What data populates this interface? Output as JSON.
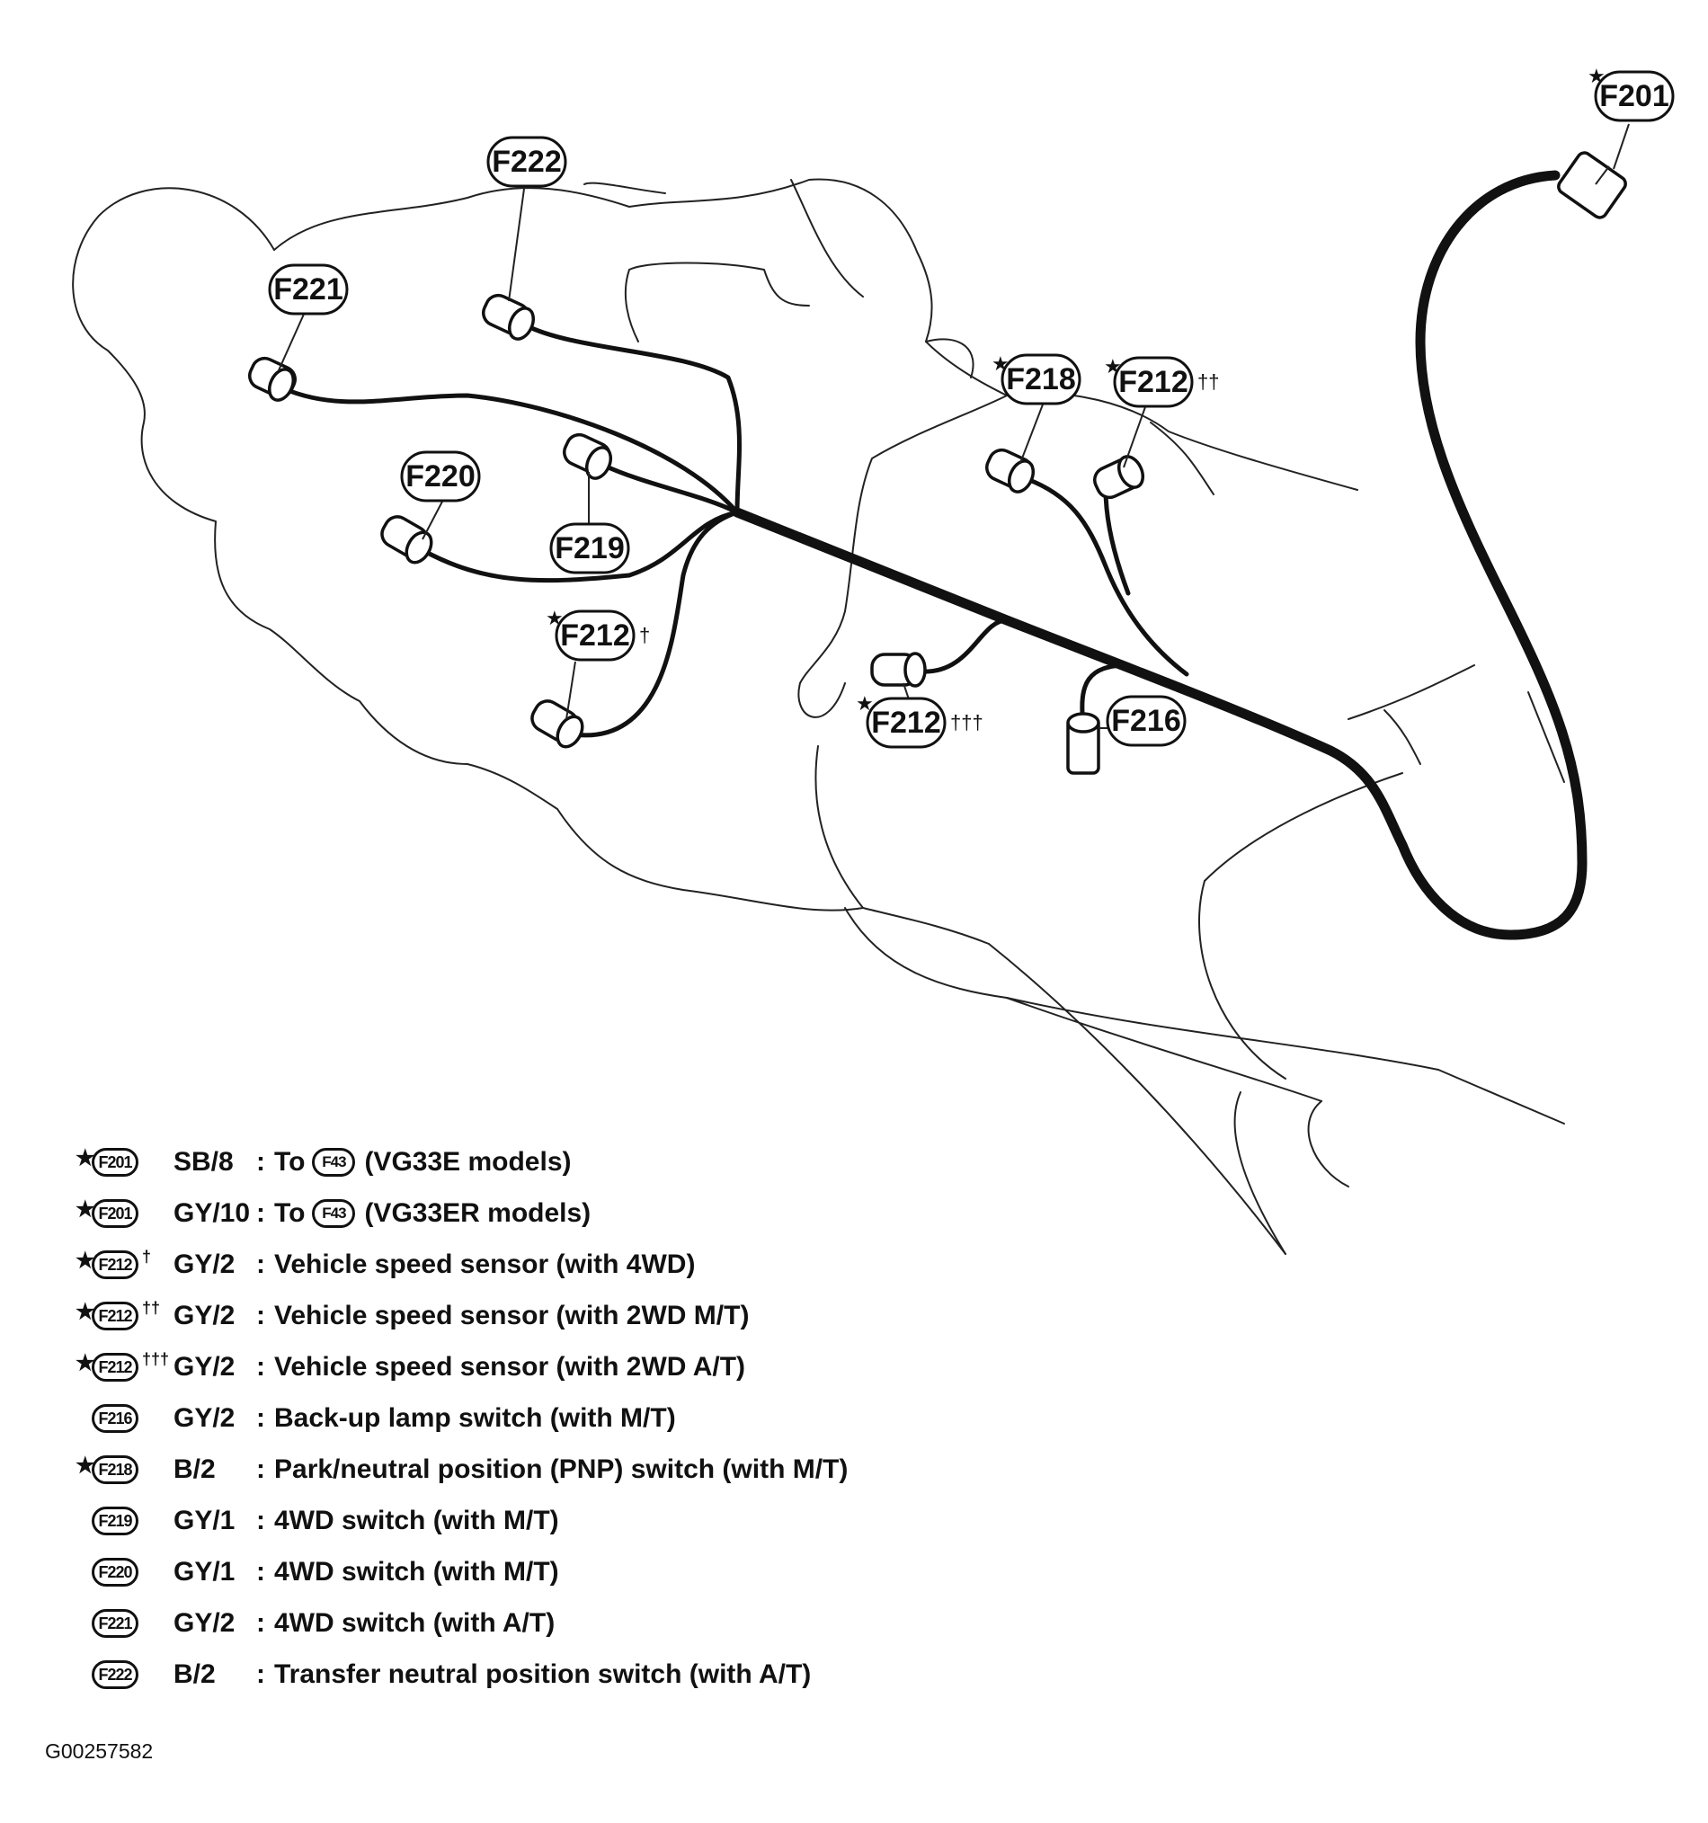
{
  "connectors": [
    {
      "id": "F201",
      "star": "★",
      "mark": ""
    },
    {
      "id": "F222",
      "star": "",
      "mark": ""
    },
    {
      "id": "F221",
      "star": "",
      "mark": ""
    },
    {
      "id": "F218",
      "star": "★",
      "mark": ""
    },
    {
      "id": "F212",
      "star": "★",
      "mark": "††"
    },
    {
      "id": "F220",
      "star": "",
      "mark": ""
    },
    {
      "id": "F219",
      "star": "",
      "mark": ""
    },
    {
      "id": "F212",
      "star": "★",
      "mark": "†"
    },
    {
      "id": "F212",
      "star": "★",
      "mark": "†††"
    },
    {
      "id": "F216",
      "star": "",
      "mark": ""
    }
  ],
  "legend": [
    {
      "star": "★",
      "chip": "F201",
      "mark": "",
      "code": "SB/8",
      "colon": ":",
      "pre": "To",
      "ref": "F43",
      "post": "(VG33E models)"
    },
    {
      "star": "★",
      "chip": "F201",
      "mark": "",
      "code": "GY/10",
      "colon": ":",
      "pre": "To",
      "ref": "F43",
      "post": "(VG33ER models)"
    },
    {
      "star": "★",
      "chip": "F212",
      "mark": "†",
      "code": "GY/2",
      "colon": ":",
      "pre": "Vehicle speed sensor (with 4WD)",
      "ref": "",
      "post": ""
    },
    {
      "star": "★",
      "chip": "F212",
      "mark": "††",
      "code": "GY/2",
      "colon": ":",
      "pre": "Vehicle speed sensor (with 2WD M/T)",
      "ref": "",
      "post": ""
    },
    {
      "star": "★",
      "chip": "F212",
      "mark": "†††",
      "code": "GY/2",
      "colon": ":",
      "pre": "Vehicle speed sensor (with 2WD A/T)",
      "ref": "",
      "post": ""
    },
    {
      "star": "",
      "chip": "F216",
      "mark": "",
      "code": "GY/2",
      "colon": ":",
      "pre": "Back-up lamp switch (with M/T)",
      "ref": "",
      "post": ""
    },
    {
      "star": "★",
      "chip": "F218",
      "mark": "",
      "code": "B/2",
      "colon": ":",
      "pre": "Park/neutral position (PNP) switch (with M/T)",
      "ref": "",
      "post": ""
    },
    {
      "star": "",
      "chip": "F219",
      "mark": "",
      "code": "GY/1",
      "colon": ":",
      "pre": "4WD switch (with M/T)",
      "ref": "",
      "post": ""
    },
    {
      "star": "",
      "chip": "F220",
      "mark": "",
      "code": "GY/1",
      "colon": ":",
      "pre": "4WD switch (with M/T)",
      "ref": "",
      "post": ""
    },
    {
      "star": "",
      "chip": "F221",
      "mark": "",
      "code": "GY/2",
      "colon": ":",
      "pre": "4WD switch (with A/T)",
      "ref": "",
      "post": ""
    },
    {
      "star": "",
      "chip": "F222",
      "mark": "",
      "code": "B/2",
      "colon": ":",
      "pre": "Transfer neutral position switch (with A/T)",
      "ref": "",
      "post": ""
    }
  ],
  "figure_id": "G00257582"
}
